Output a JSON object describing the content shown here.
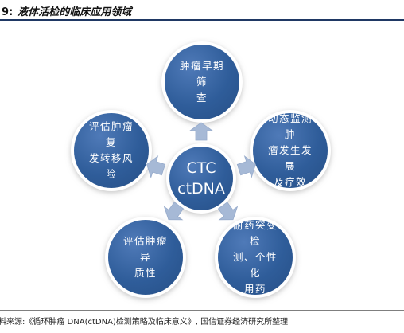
{
  "figure": {
    "number": "9:",
    "title": "液体活检的临床应用领域"
  },
  "diagram": {
    "center": {
      "lines": [
        "CTC",
        "ctDNA"
      ]
    },
    "nodes": [
      {
        "id": "early-screening",
        "lines": [
          "肿瘤早期筛",
          "查"
        ]
      },
      {
        "id": "monitor-progression",
        "lines": [
          "动态监测肿",
          "瘤发生发展",
          "及疗效"
        ]
      },
      {
        "id": "drug-resistance",
        "lines": [
          "耐药突变检",
          "测、个性化",
          "用药"
        ]
      },
      {
        "id": "heterogeneity",
        "lines": [
          "评估肿瘤异",
          "质性"
        ]
      },
      {
        "id": "recurrence-risk",
        "lines": [
          "评估肿瘤复",
          "发转移风险"
        ]
      }
    ]
  },
  "colors": {
    "node_fill": "#2f5d9a",
    "arrow_fill": "#a6b9d6",
    "title_rule": "#1f3864"
  },
  "footer": {
    "source": "料来源:《循环肿瘤 DNA(ctDNA)检测策略及临床意义》, 国信证券经济研究所整理"
  }
}
